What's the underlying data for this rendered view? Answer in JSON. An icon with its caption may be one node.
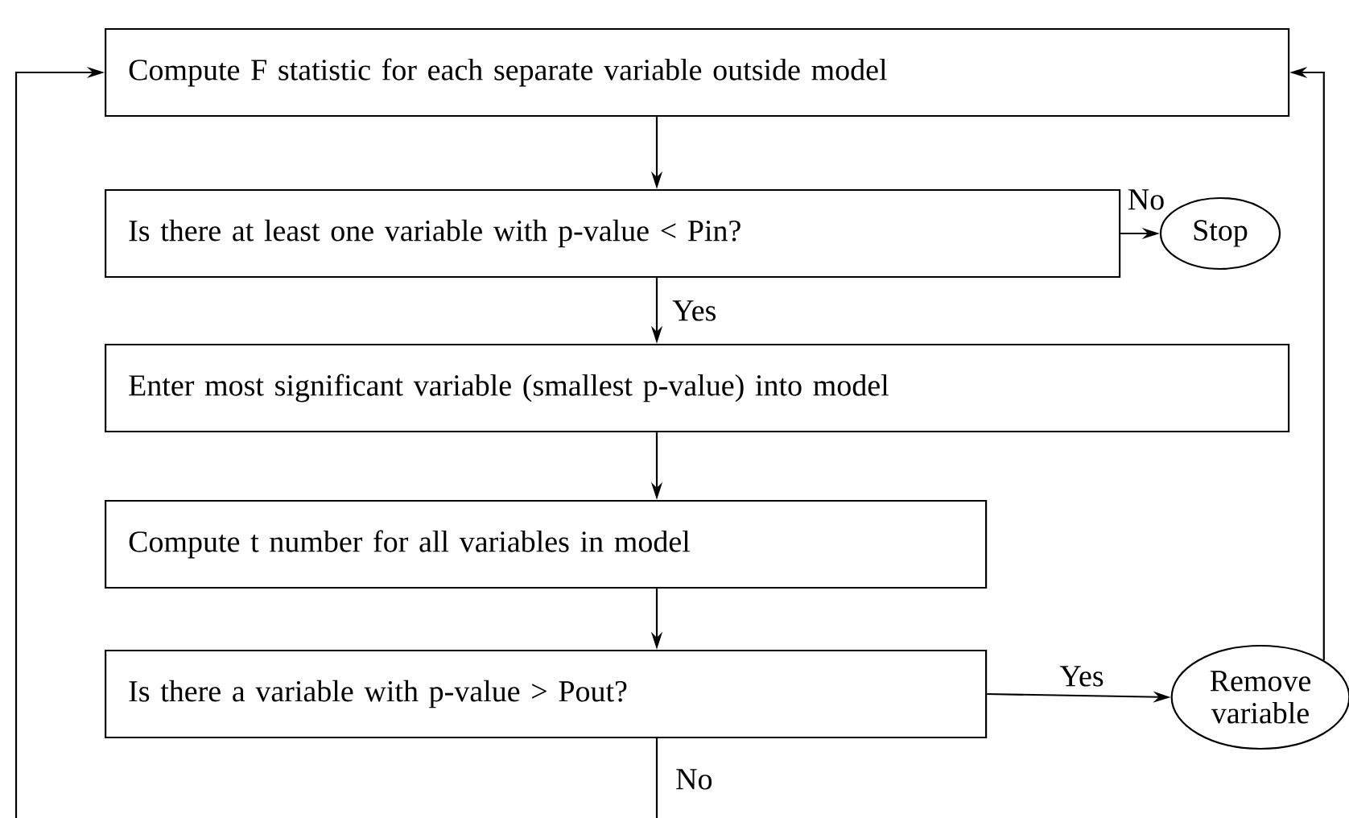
{
  "diagram": {
    "nodes": [
      {
        "text": [
          "Compute F statistic for each separate variable outside model"
        ]
      },
      {
        "text": [
          "Is there at least one variable with p-value < Pin?"
        ]
      },
      {
        "text": [
          "Stop"
        ]
      },
      {
        "text": [
          "Enter most significant variable (smallest p-value) into model"
        ]
      },
      {
        "text": [
          "Compute t number for all variables in model"
        ]
      },
      {
        "text": [
          "Is there a variable with p-value > Pout?"
        ]
      },
      {
        "text": [
          "Remove variable"
        ]
      }
    ],
    "edges": [
      {
        "from": 0,
        "to": 1,
        "arrow": "to"
      },
      {
        "from": 1,
        "to": 3,
        "arrow": "to",
        "label": "Yes"
      },
      {
        "from": 1,
        "to": 2,
        "arrow": "to",
        "label": "No"
      },
      {
        "from": 3,
        "to": 4,
        "arrow": "to"
      },
      {
        "from": 4,
        "to": 5,
        "arrow": "to"
      },
      {
        "from": 5,
        "to": 6,
        "arrow": "to",
        "label": "Yes"
      },
      {
        "from": 6,
        "to": 0,
        "arrow": "to"
      },
      {
        "from": 5,
        "to": null,
        "arrow": "none",
        "label": "No"
      },
      {
        "from": null,
        "to": 0,
        "arrow": "to"
      }
    ]
  }
}
